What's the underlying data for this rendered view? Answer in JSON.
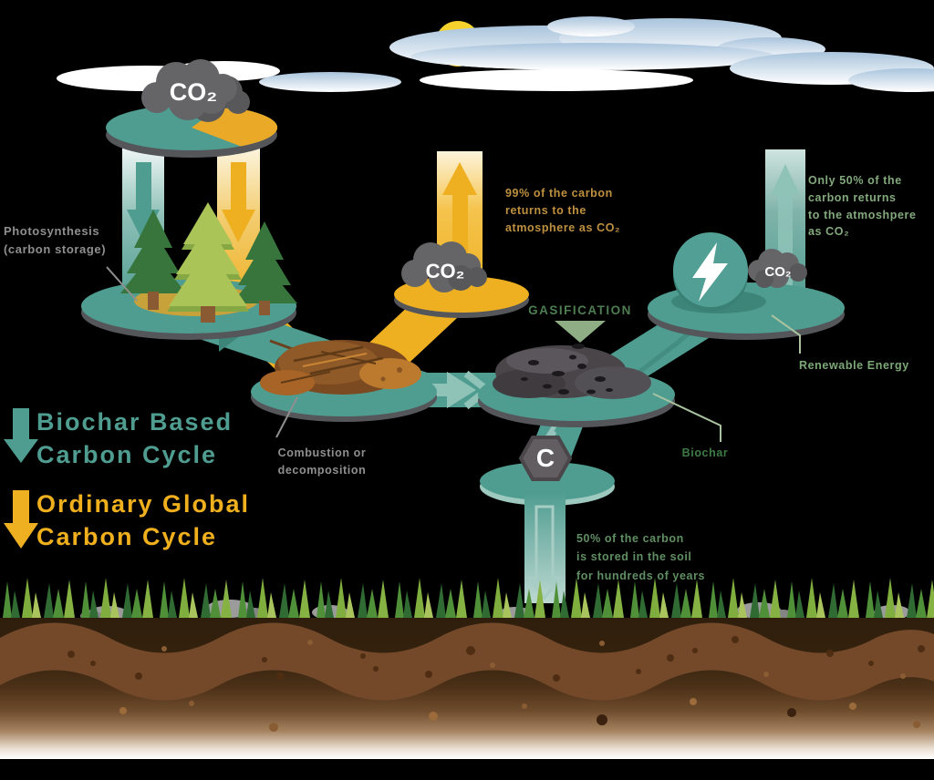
{
  "legend": {
    "items": [
      {
        "label": "Biochar Based\nCarbon Cycle",
        "color": "#4f9c90",
        "icon": "teal-down-arrow"
      },
      {
        "label": "Ordinary Global\nCarbon Cycle",
        "color": "#eeb021",
        "icon": "yellow-down-arrow"
      }
    ]
  },
  "labels": {
    "photosynthesis": "Photosynthesis\n(carbon storage)",
    "combustion": "Combustion or\ndecomposition",
    "returns99": "99% of the carbon\nreturns to the\natmosphere as CO₂",
    "gasification": "GASIFICATION",
    "biochar": "Biochar",
    "renewable": "Renewable Energy",
    "only50": "Only 50% of the\ncarbon returns\nto the atmoshpere\nas CO₂",
    "stored50": "50% of the carbon\nis stored in the soil\nfor hundreds of years",
    "co2": "CO₂",
    "carbon_symbol": "C"
  },
  "colors": {
    "teal": "#4f9c90",
    "teal_dark": "#3e8579",
    "teal_light": "#8fc3b8",
    "yellow": "#eeb021",
    "cloud_gray": "#646466",
    "rim_gray": "#55565a",
    "label_gray": "#8f8f8f",
    "gold_text": "#bf9040",
    "green_dark": "#4e7d52",
    "green_sage": "#83a97d",
    "soil_brown": "#74492a",
    "background": "#000000"
  }
}
